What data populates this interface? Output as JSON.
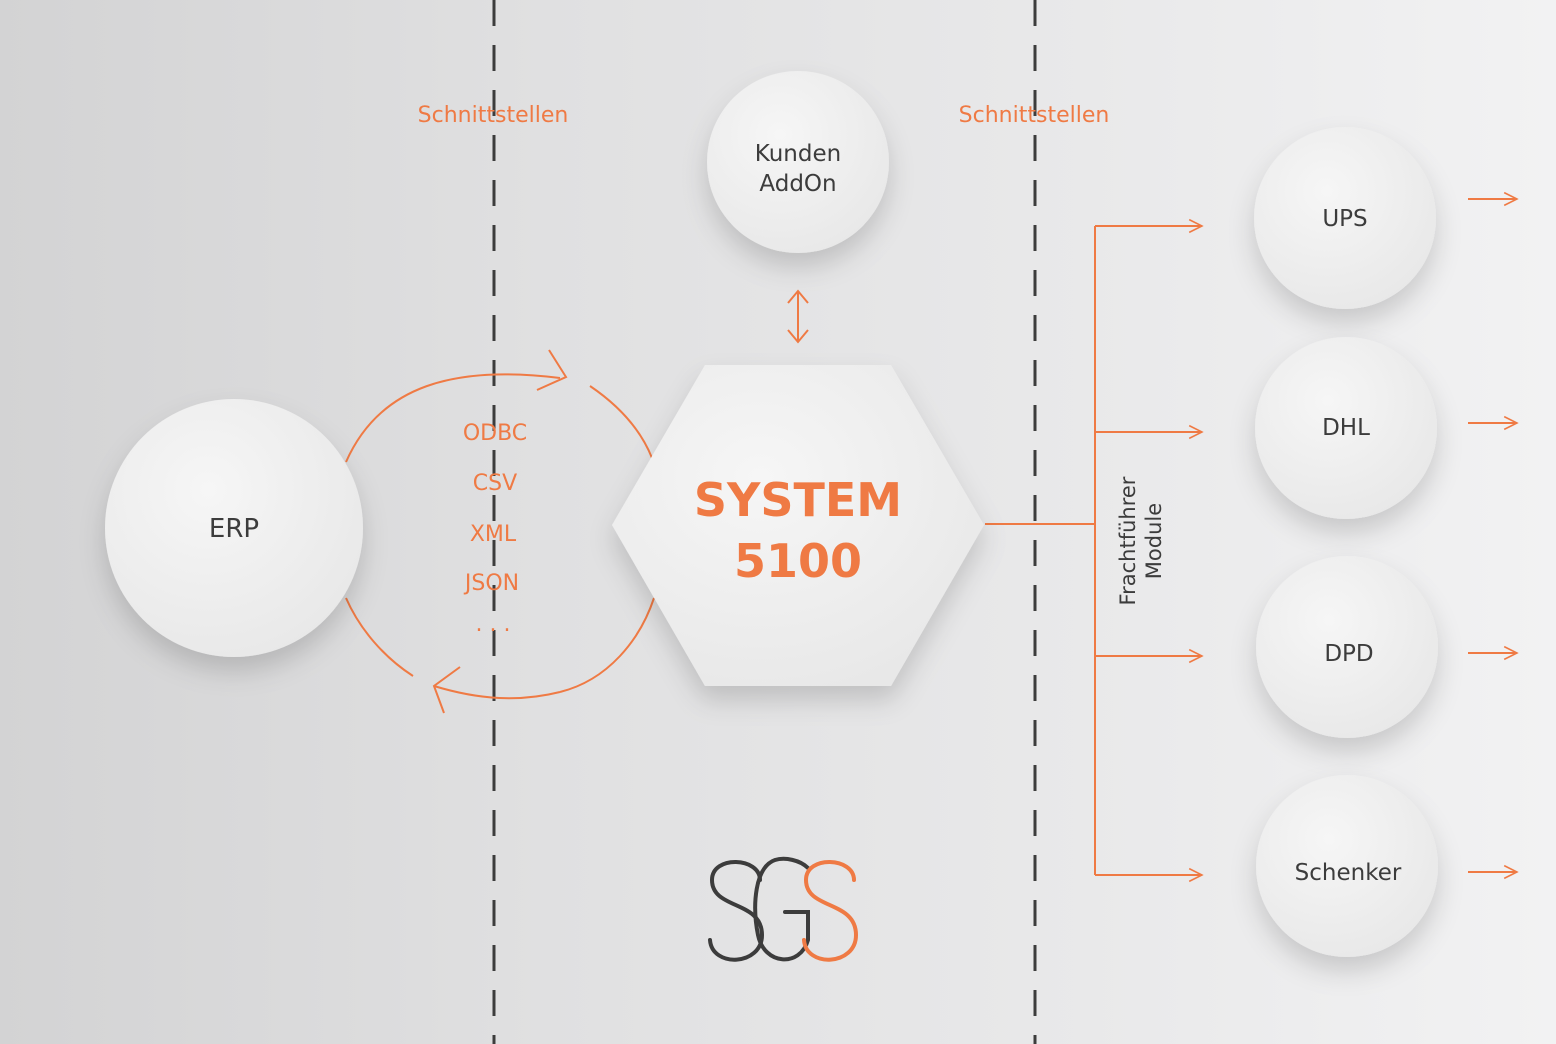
{
  "interfaces": {
    "left_label": "Schnittstellen",
    "right_label": "Schnittstellen"
  },
  "erp": {
    "label": "ERP"
  },
  "formats": [
    "ODBC",
    "CSV",
    "XML",
    "JSON",
    ". . ."
  ],
  "addon": {
    "line1": "Kunden",
    "line2": "AddOn"
  },
  "system": {
    "line1": "SYSTEM",
    "line2": "5100"
  },
  "carrier_modules": {
    "line1": "Frachtführer",
    "line2": "Module"
  },
  "carriers": [
    "UPS",
    "DHL",
    "DPD",
    "Schenker"
  ],
  "logo": {
    "text": "SGS"
  },
  "colors": {
    "accent": "#ef7a44",
    "text_dark": "#3c3c3c",
    "node_fill": "#efefef"
  }
}
